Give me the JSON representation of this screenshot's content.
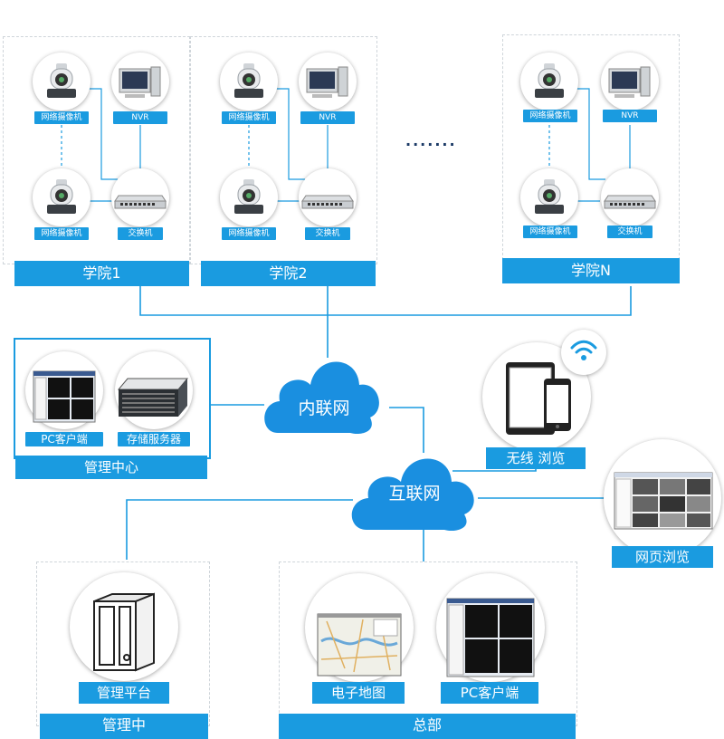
{
  "colleges": [
    {
      "name": "学院1",
      "camera_top": "网络摄像机",
      "nvr": "NVR",
      "camera_bottom": "网络摄像机",
      "switch": "交换机"
    },
    {
      "name": "学院2",
      "camera_top": "网络摄像机",
      "nvr": "NVR",
      "camera_bottom": "网络摄像机",
      "switch": "交换机"
    },
    {
      "name": "学院N",
      "camera_top": "网络摄像机",
      "nvr": "NVR",
      "camera_bottom": "网络摄像机",
      "switch": "交换机"
    }
  ],
  "ellipsis": "·······",
  "intranet": "内联网",
  "internet": "互联网",
  "management_center": {
    "title": "管理中心",
    "pc_client": "PC客户端",
    "storage_server": "存储服务器"
  },
  "wireless": "无线 浏览",
  "web_browse": "网页浏览",
  "bottom_left": {
    "item": "管理平台",
    "band": "管理中"
  },
  "bottom_right": {
    "map": "电子地图",
    "pc_client": "PC客户端",
    "band": "总部"
  },
  "colors": {
    "accent": "#1a9be0",
    "cloud": "#1a8fe0",
    "line": "#1a9be0"
  }
}
